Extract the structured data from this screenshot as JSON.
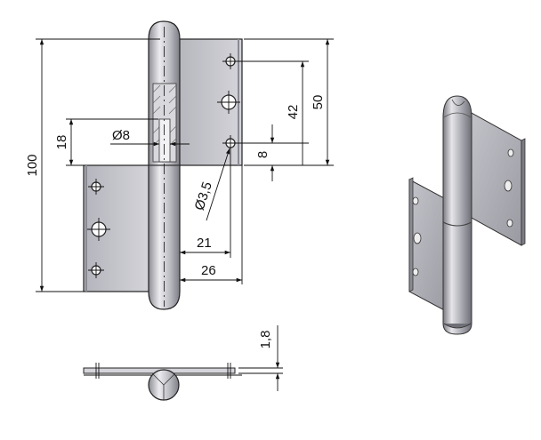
{
  "drawing": {
    "dimensions": {
      "overall_height": "100",
      "lower_offset": "18",
      "pin_diameter": "Ø8",
      "hole_span_42": "42",
      "leaf_height_50": "50",
      "hole_edge_8": "8",
      "hole_diameter": "Ø3,5",
      "hole_offset_21": "21",
      "leaf_width_26": "26",
      "thickness": "1,8"
    },
    "colors": {
      "leaf_fill": "#c9c9cf",
      "leaf_shade": "#9c9ca4",
      "knuckle_light": "#e8e8ec",
      "knuckle_dark": "#8a8a92",
      "line": "#111111"
    }
  }
}
